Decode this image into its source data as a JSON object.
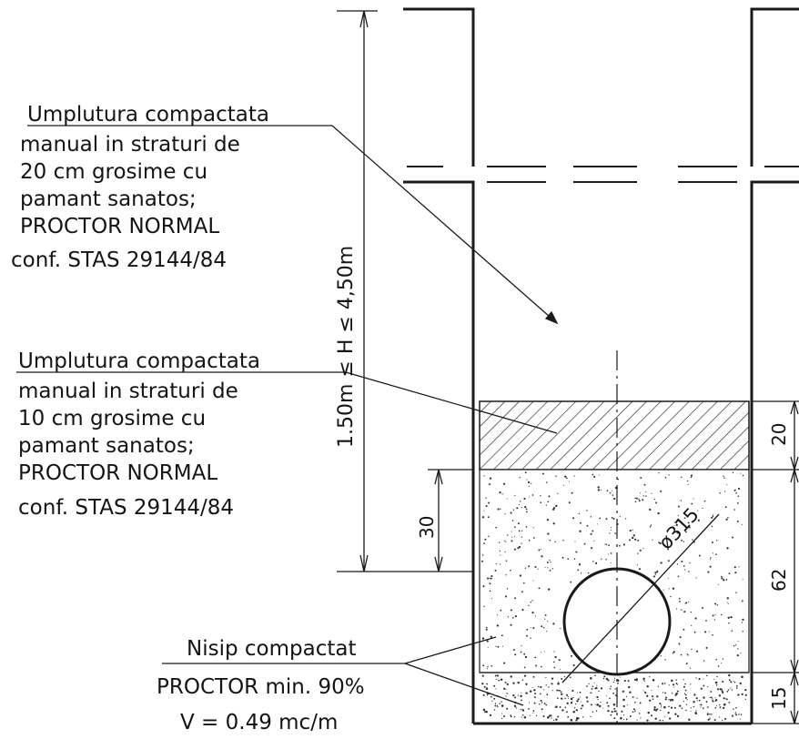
{
  "drawing": {
    "height_dimension": {
      "label": "1.50m ≤ H ≤ 4,50m"
    },
    "dimensions": {
      "upper_fill_height": "20",
      "bedding_height": "62",
      "base_sand_height": "15",
      "cover_above_pipe": "30",
      "pipe_diameter": "ø315"
    },
    "notes": {
      "upper_fill": {
        "lines": [
          "Umplutura compactata",
          "manual in straturi de",
          "20 cm grosime cu",
          "pamant sanatos;",
          "PROCTOR NORMAL",
          "conf. STAS 29144/84"
        ]
      },
      "lower_fill": {
        "lines": [
          "Umplutura compactata",
          "manual in straturi de",
          "10 cm grosime cu",
          "pamant sanatos;",
          "PROCTOR NORMAL",
          "conf. STAS 29144/84"
        ]
      },
      "sand": {
        "title": "Nisip compactat",
        "proctor": "PROCTOR min. 90%",
        "volume": "V = 0.49 mc/m"
      }
    }
  }
}
